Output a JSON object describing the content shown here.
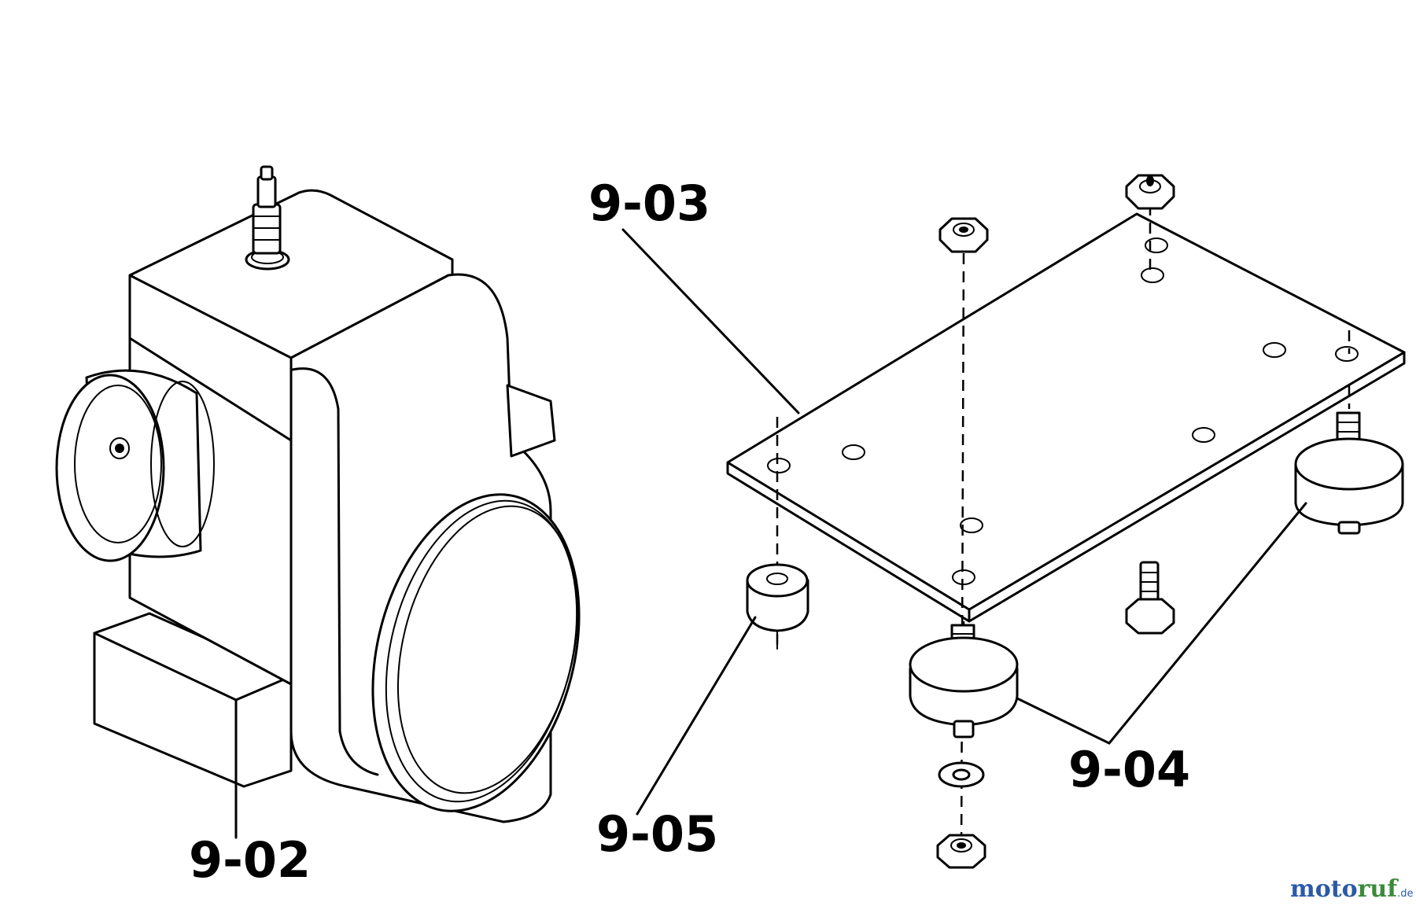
{
  "labels": {
    "part_9_02": "9-02",
    "part_9_03": "9-03",
    "part_9_04": "9-04",
    "part_9_05": "9-05"
  },
  "watermark": {
    "brand_a": "moto",
    "brand_b": "ruf",
    "tld": ".de"
  },
  "colors": {
    "line": "#000000",
    "background": "#ffffff",
    "watermark_blue": "#2b5aa6",
    "watermark_green": "#3b8a3b"
  }
}
